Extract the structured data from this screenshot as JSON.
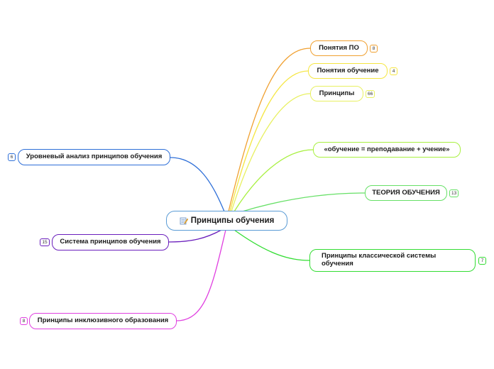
{
  "central": {
    "label": "Принципы обучения",
    "icon": "memo-pencil-icon"
  },
  "nodes": [
    {
      "id": "ponyatiya-po",
      "label": "Понятия ПО",
      "count": "8",
      "color": "#f0a030"
    },
    {
      "id": "ponyatiya-obuchenie",
      "label": "Понятия обучение",
      "count": "4",
      "color": "#f5e642"
    },
    {
      "id": "printsipy",
      "label": "Принципы",
      "count": "66",
      "color": "#e8f060"
    },
    {
      "id": "obuchenie-formula",
      "label": "«обучение = преподавание + учение»",
      "count": "",
      "color": "#a8f040"
    },
    {
      "id": "teoriya-obucheniya",
      "label": "ТЕОРИЯ ОБУЧЕНИЯ",
      "count": "13",
      "color": "#66e066"
    },
    {
      "id": "klassicheskaya-sistema",
      "label": "Принципы классической системы обучения",
      "count": "7",
      "color": "#33dd33"
    },
    {
      "id": "urovnevyi-analiz",
      "label": "Уровневый анализ принципов обучения",
      "count": "6",
      "color": "#2e6fd8"
    },
    {
      "id": "sistema-printsipov",
      "label": "Система принципов обучения",
      "count": "15",
      "color": "#6a1ebc"
    },
    {
      "id": "inklyuzivnoe",
      "label": "Принципы инклюзивного образования",
      "count": "8",
      "color": "#e040e0"
    }
  ]
}
